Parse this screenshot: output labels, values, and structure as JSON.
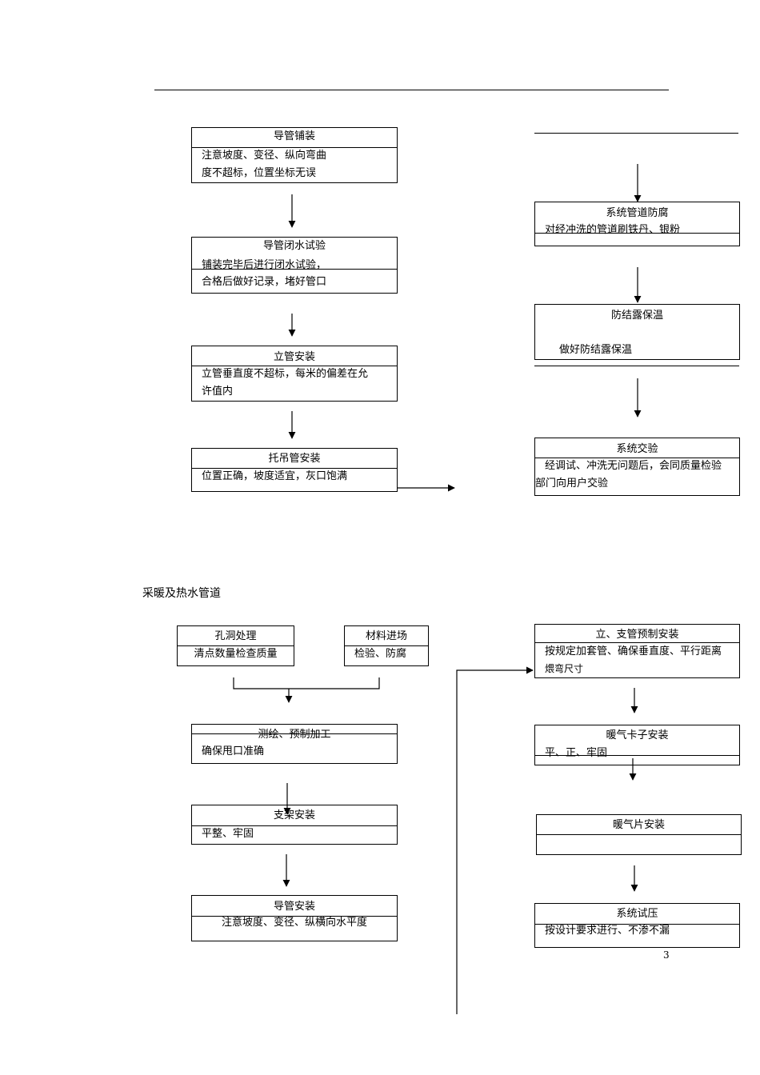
{
  "drainage_flow": {
    "step1": {
      "title": "导管铺装",
      "line1": "注意坡度、变径、纵向弯曲",
      "line2": "度不超标，位置坐标无误"
    },
    "step2": {
      "title": "导管闭水试验",
      "line1": "铺装完毕后进行闭水试验，",
      "line2": "合格后做好记录，堵好管口"
    },
    "step3": {
      "title": "立管安装",
      "line1": "立管垂直度不超标，每米的偏差在允",
      "line2": "许值内"
    },
    "step4": {
      "title": "托吊管安装",
      "line1": "位置正确，坡度适宜，灰口饱满"
    },
    "step5": {
      "title": "系统管道防腐",
      "line1": "对经冲洗的管道刷铁丹、银粉"
    },
    "step6": {
      "title": "防结露保温",
      "line1": "做好防结露保温"
    },
    "step7": {
      "title": "系统交验",
      "line1": "经调试、冲洗无问题后，会同质量检验",
      "line2": "部门向用户交验"
    }
  },
  "heating_section_title": "采暖及热水管道",
  "heating_flow": {
    "hole": {
      "title": "孔洞处理",
      "line1": "清点数量检查质量"
    },
    "material": {
      "title": "材料进场",
      "line1": "检验、防腐"
    },
    "survey": {
      "title": "测绘、预制加工",
      "line1": "确保甩口准确"
    },
    "bracket": {
      "title": "支架安装",
      "line1": "平整、牢固"
    },
    "pipe": {
      "title": "导管安装",
      "line1": "注意坡度、变径、纵横向水平度"
    },
    "riser": {
      "title": "立、支管预制安装",
      "line1": "按规定加套管、确保垂直度、平行距离",
      "line2": "煨弯尺寸"
    },
    "clip": {
      "title": "暖气卡子安装",
      "line1": "平、正、牢固"
    },
    "radiator": {
      "title": "暖气片安装"
    },
    "pressure": {
      "title": "系统试压",
      "line1": "按设计要求进行、不渗不漏"
    }
  },
  "page_number": "3"
}
